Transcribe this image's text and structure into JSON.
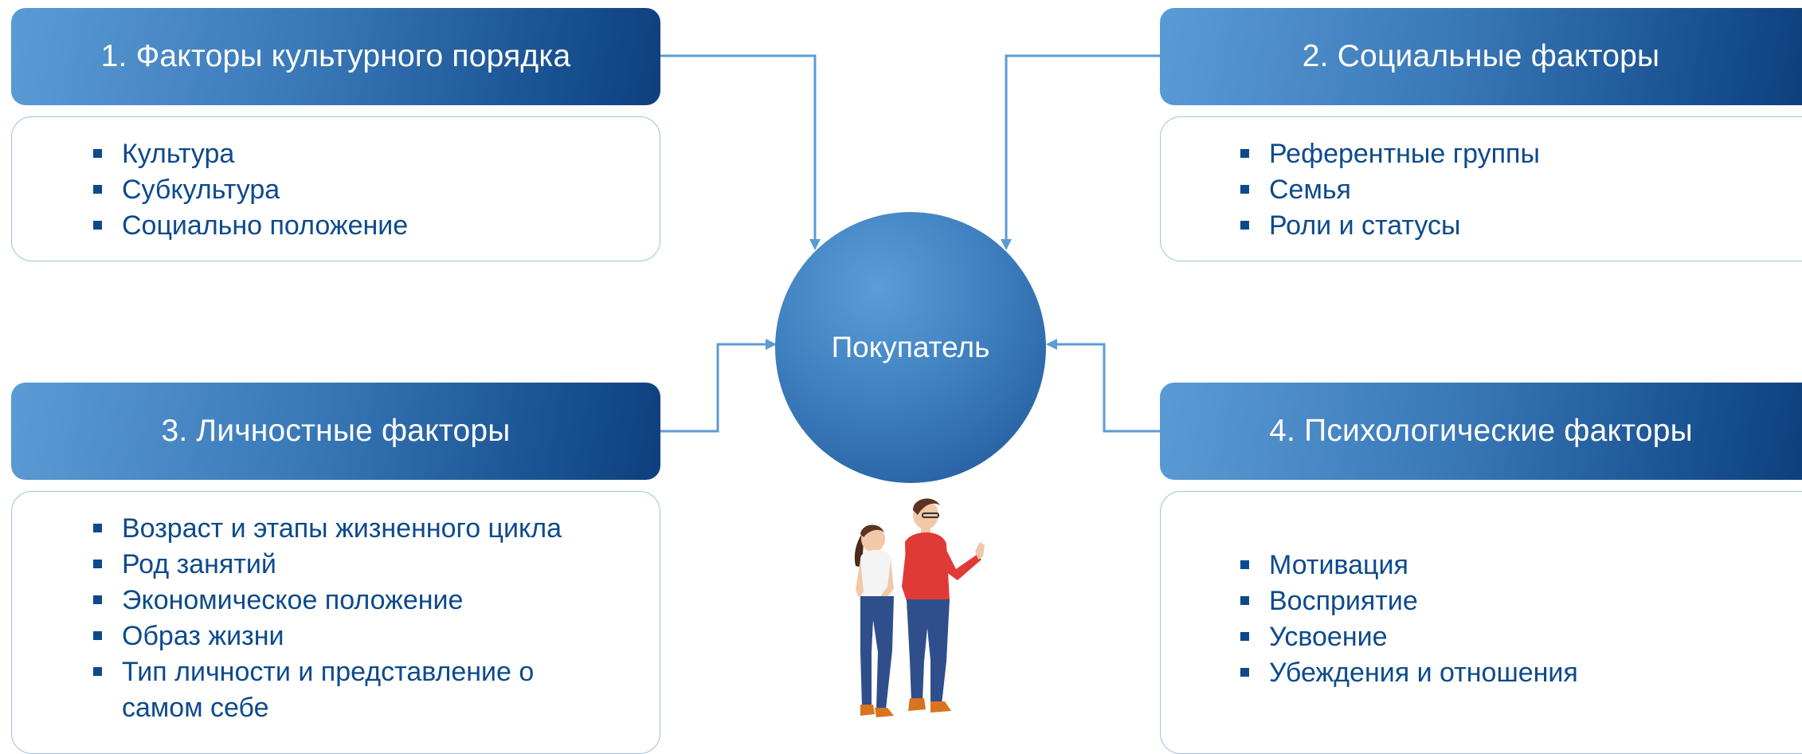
{
  "center": {
    "label": "Покупатель"
  },
  "factors": [
    {
      "title": "1. Факторы культурного порядка",
      "items": [
        "Культура",
        "Субкультура",
        "Социально положение"
      ]
    },
    {
      "title": "2. Социальные факторы",
      "items": [
        "Референтные группы",
        "Семья",
        "Роли и статусы"
      ]
    },
    {
      "title": "3. Личностные факторы",
      "items": [
        "Возраст и этапы жизненного цикла",
        "Род занятий",
        "Экономическое положение",
        "Образ жизни",
        "Тип личности и представление о самом себе"
      ]
    },
    {
      "title": "4. Психологические факторы",
      "items": [
        "Мотивация",
        "Восприятие",
        "Усвоение",
        "Убеждения и отношения"
      ]
    }
  ],
  "colors": {
    "header_gradient_start": "#5b9bd5",
    "header_gradient_end": "#0e3f7d",
    "bullet_text": "#0d4a8c",
    "connector": "#5b9bd5",
    "panel_border": "#9dc0e4"
  },
  "illustration": {
    "name": "two-people-figure"
  }
}
